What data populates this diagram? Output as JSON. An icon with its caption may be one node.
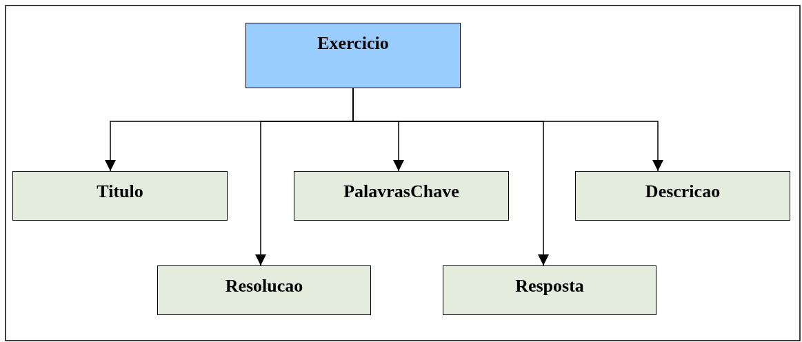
{
  "diagram": {
    "nodes": [
      {
        "text": [
          "Exercicio"
        ]
      },
      {
        "text": [
          "Titulo"
        ]
      },
      {
        "text": [
          "Resolucao"
        ]
      },
      {
        "text": [
          "PalavrasChave"
        ]
      },
      {
        "text": [
          "Resposta"
        ]
      },
      {
        "text": [
          "Descricao"
        ]
      }
    ],
    "edges": [
      {
        "from": 0,
        "to": 1,
        "arrow": "to"
      },
      {
        "from": 0,
        "to": 2,
        "arrow": "to"
      },
      {
        "from": 0,
        "to": 3,
        "arrow": "to"
      },
      {
        "from": 0,
        "to": 4,
        "arrow": "to"
      },
      {
        "from": 0,
        "to": 5,
        "arrow": "to"
      }
    ]
  }
}
